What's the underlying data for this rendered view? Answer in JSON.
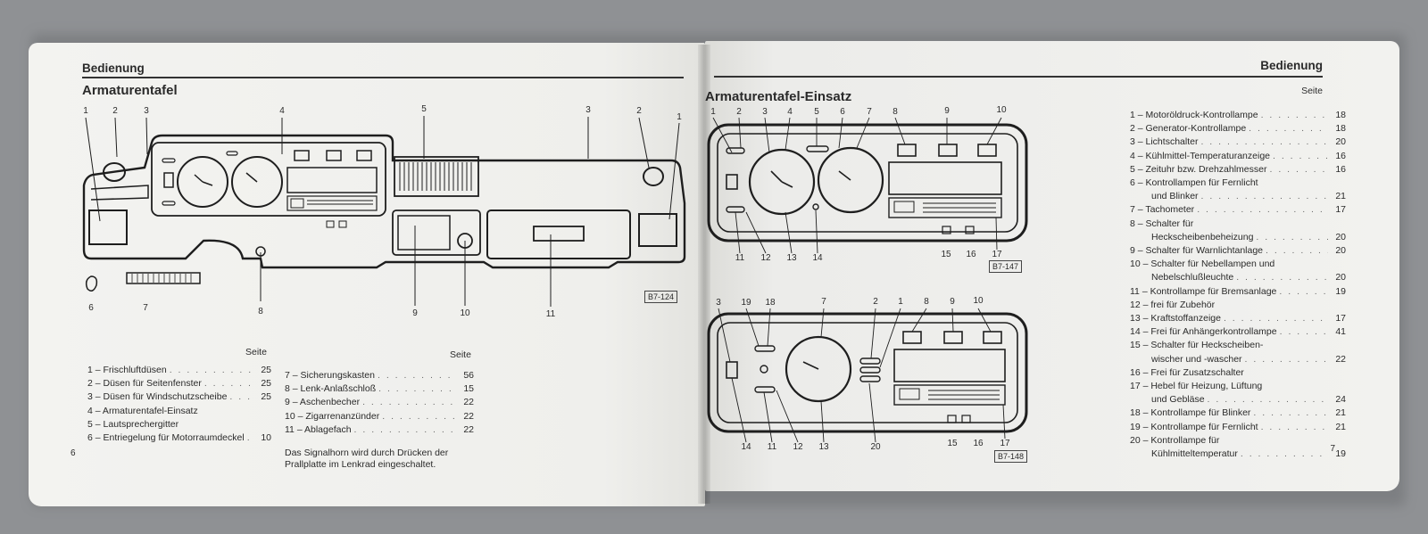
{
  "left_page": {
    "header": "Bedienung",
    "subtitle": "Armaturentafel",
    "callouts_top": [
      "1",
      "2",
      "3",
      "4",
      "5",
      "3",
      "2",
      "1"
    ],
    "callouts_bottom": [
      "6",
      "7",
      "8",
      "9",
      "10",
      "11"
    ],
    "figure_code": "B7-124",
    "seite_label_1": "Seite",
    "seite_label_2": "Seite",
    "list_col1": [
      {
        "text": "1 – Frischluftdüsen",
        "page": "25"
      },
      {
        "text": "2 – Düsen für Seitenfenster",
        "page": "25"
      },
      {
        "text": "3 – Düsen für Windschutzscheibe",
        "page": "25"
      },
      {
        "text": "4 – Armaturentafel-Einsatz",
        "page": ""
      },
      {
        "text": "5 – Lautsprechergitter",
        "page": ""
      },
      {
        "text": "6 – Entriegelung für Motorraumdeckel",
        "page": "10"
      }
    ],
    "list_col2": [
      {
        "text": "7 – Sicherungskasten",
        "page": "56"
      },
      {
        "text": "8 – Lenk-Anlaßschloß",
        "page": "15"
      },
      {
        "text": "9 – Aschenbecher",
        "page": "22"
      },
      {
        "text": "10 – Zigarrenanzünder",
        "page": "22"
      },
      {
        "text": "11 – Ablagefach",
        "page": "22"
      }
    ],
    "note_line1": "Das Signalhorn wird durch Drücken der",
    "note_line2": "Prallplatte im Lenkrad eingeschaltet.",
    "page_number": "6"
  },
  "right_page": {
    "header": "Bedienung",
    "subtitle": "Armaturentafel-Einsatz",
    "seite_label": "Seite",
    "fig1_top": [
      "1",
      "2",
      "3",
      "4",
      "5",
      "6",
      "7",
      "8",
      "9",
      "10"
    ],
    "fig1_bottom": [
      "11",
      "12",
      "13",
      "14",
      "15",
      "16",
      "17"
    ],
    "fig1_code": "B7-147",
    "fig2_top": [
      "3",
      "19",
      "18",
      "7",
      "2",
      "1",
      "8",
      "9",
      "10"
    ],
    "fig2_bottom": [
      "14",
      "11",
      "12",
      "13",
      "20",
      "15",
      "16",
      "17"
    ],
    "fig2_code": "B7-148",
    "list": [
      {
        "text": "1 – Motoröldruck-Kontrollampe",
        "page": "18"
      },
      {
        "text": "2 – Generator-Kontrollampe",
        "page": "18"
      },
      {
        "text": "3 – Lichtschalter",
        "page": "20"
      },
      {
        "text": "4 – Kühlmittel-Temperaturanzeige",
        "page": "16"
      },
      {
        "text": "5 – Zeituhr bzw. Drehzahlmesser",
        "page": "16"
      },
      {
        "text": "6 – Kontrollampen für Fernlicht",
        "page": ""
      },
      {
        "text": "und Blinker",
        "page": "21",
        "indent": true
      },
      {
        "text": "7 – Tachometer",
        "page": "17"
      },
      {
        "text": "8 – Schalter für",
        "page": ""
      },
      {
        "text": "Heckscheibenbeheizung",
        "page": "20",
        "indent": true
      },
      {
        "text": "9 – Schalter für Warnlichtanlage",
        "page": "20"
      },
      {
        "text": "10 – Schalter für Nebellampen und",
        "page": ""
      },
      {
        "text": "Nebelschlußleuchte",
        "page": "20",
        "indent": true
      },
      {
        "text": "11 – Kontrollampe für Bremsanlage",
        "page": "19"
      },
      {
        "text": "12 – frei für Zubehör",
        "page": ""
      },
      {
        "text": "13 – Kraftstoffanzeige",
        "page": "17"
      },
      {
        "text": "14 – Frei für Anhängerkontrollampe",
        "page": "41"
      },
      {
        "text": "15 – Schalter für Heckscheiben-",
        "page": ""
      },
      {
        "text": "wischer und -wascher",
        "page": "22",
        "indent": true
      },
      {
        "text": "16 – Frei für Zusatzschalter",
        "page": ""
      },
      {
        "text": "17 – Hebel für Heizung, Lüftung",
        "page": ""
      },
      {
        "text": "und Gebläse",
        "page": "24",
        "indent": true
      },
      {
        "text": "18 – Kontrollampe für Blinker",
        "page": "21"
      },
      {
        "text": "19 – Kontrollampe für Fernlicht",
        "page": "21"
      },
      {
        "text": "20 – Kontrollampe für",
        "page": ""
      },
      {
        "text": "Kühlmitteltemperatur",
        "page": "19",
        "indent": true
      }
    ],
    "page_number": "7"
  }
}
